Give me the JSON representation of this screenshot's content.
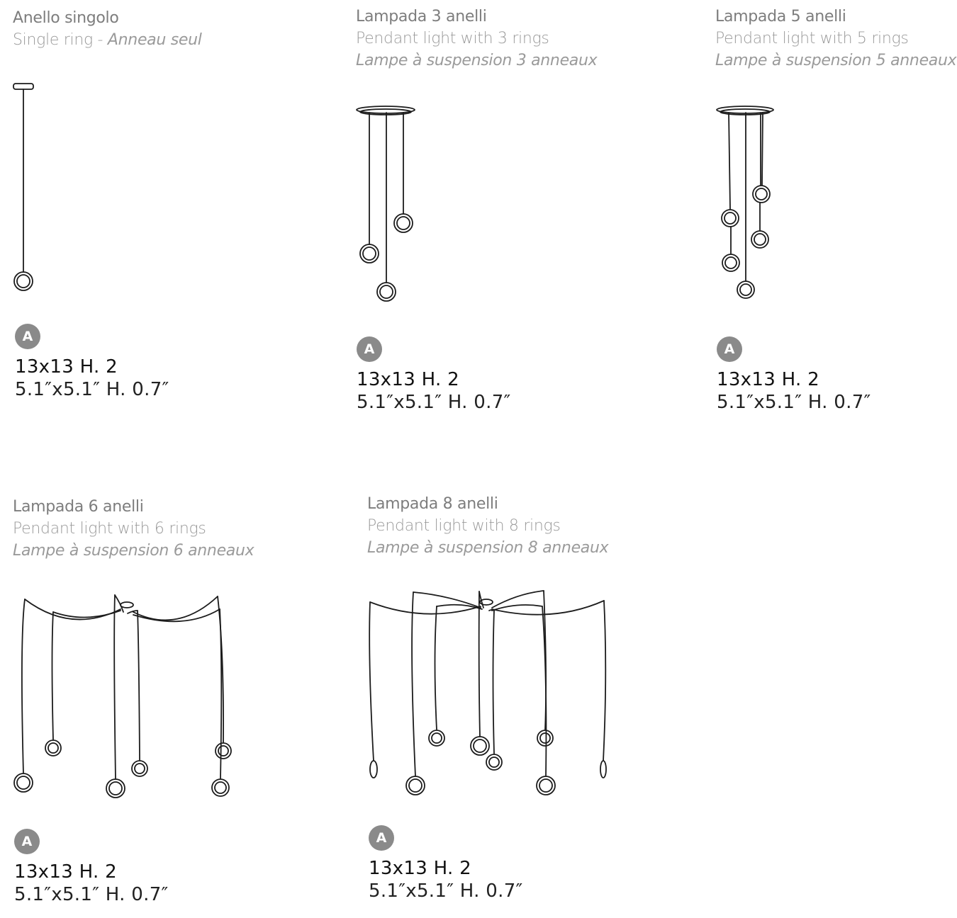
{
  "products": [
    {
      "title": "Anello singolo",
      "subtitle_en": "Single ring - ",
      "subtitle_fr_inline": "Anneau seul",
      "subtitle_fr": "",
      "badge": "A",
      "dim_cm": "13x13  H. 2",
      "dim_in": "5.1″x5.1″  H. 0.7″"
    },
    {
      "title": "Lampada 3 anelli",
      "subtitle_en": "Pendant light with 3 rings",
      "subtitle_fr": "Lampe à suspension 3 anneaux",
      "badge": "A",
      "dim_cm": "13x13  H. 2",
      "dim_in": "5.1″x5.1″  H. 0.7″"
    },
    {
      "title": "Lampada 5 anelli",
      "subtitle_en": "Pendant light with 5 rings",
      "subtitle_fr": "Lampe à suspension 5 anneaux",
      "badge": "A",
      "dim_cm": "13x13  H. 2",
      "dim_in": "5.1″x5.1″  H. 0.7″"
    },
    {
      "title": "Lampada 6 anelli",
      "subtitle_en": "Pendant light with 6 rings",
      "subtitle_fr": "Lampe à suspension 6 anneaux",
      "badge": "A",
      "dim_cm": "13x13  H. 2",
      "dim_in": "5.1″x5.1″  H. 0.7″"
    },
    {
      "title": "Lampada 8 anelli",
      "subtitle_en": "Pendant light with 8 rings",
      "subtitle_fr": "Lampe à suspension 8 anneaux",
      "badge": "A",
      "dim_cm": "13x13  H. 2",
      "dim_in": "5.1″x5.1″  H. 0.7″"
    }
  ],
  "colors": {
    "title": "#7d7d7d",
    "subtitle": "#9a9a9a",
    "badge": "#8a8a8a",
    "line": "#1c1c1c"
  },
  "icons": {
    "drawing": "pendant-lamp-line-drawing",
    "badge": "size-letter-badge"
  }
}
